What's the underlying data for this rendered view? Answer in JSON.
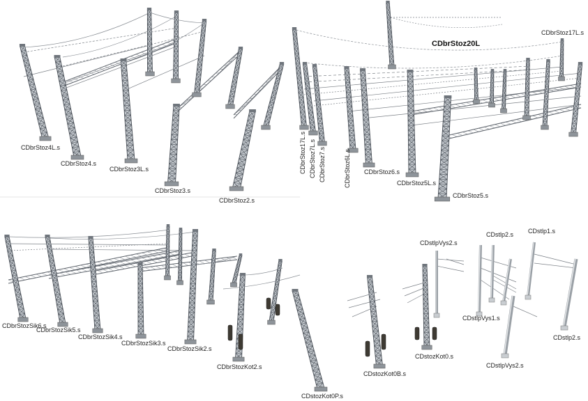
{
  "labels": {
    "tl_4L": "CDbrStoz4L.s",
    "tl_4": "CDbrStoz4.s",
    "tl_3L": "CDbrStoz3L.s",
    "tl_3": "CDbrStoz3.s",
    "tl_2": "CDbrStoz2.s",
    "tr_20L": "CDbrStoz20L",
    "tr_17L_top": "CDbrStoz17L.s",
    "tr_17L_v": "CDbrStoz17L.s",
    "tr_7L_v": "CDbrStoz7L.s",
    "tr_7_v": "CDbrStoz7.s",
    "tr_6L_v": "CDbrStoz6L.s",
    "tr_6": "CDbrStoz6.s",
    "tr_5L": "CDbrStoz5L.s",
    "tr_5": "CDbrStoz5.s",
    "bl_sik6": "CDbrStozSik6.s",
    "bl_sik5": "CDbrStozSik5.s",
    "bl_sik4": "CDbrStozSik4.s",
    "bl_sik3": "CDbrStozSik3.s",
    "bl_sik2": "CDbrStozSik2.s",
    "bl_kot2": "CDbrStozKot2.s",
    "bl_kot0p": "CDstozKot0P.s",
    "br_vys2_top": "CDstlpVys2.s",
    "br_lp2_top": "CDstlp2.s",
    "br_lp1": "CDstlp1.s",
    "br_vys1": "CDstlpVys1.s",
    "br_lp2_bot": "CDstlp2.s",
    "br_kot0": "CDstozKot0.s",
    "br_kot0b": "CDstozKot0B.s",
    "br_vys2_bot": "CDstlpVys2.s"
  }
}
